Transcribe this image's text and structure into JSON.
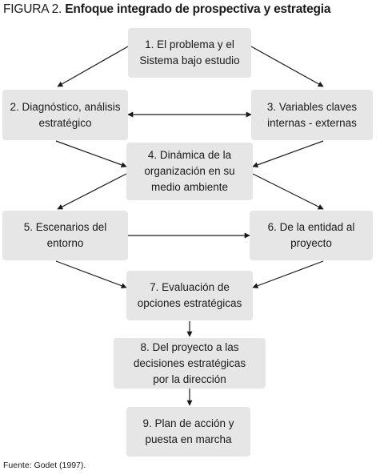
{
  "figure": {
    "prefix": "FIGURA 2.",
    "title": "Enfoque integrado de prospectiva y estrategia"
  },
  "boxes": [
    {
      "id": "b1",
      "text": "1. El problema y el\nSistema bajo estudio"
    },
    {
      "id": "b2",
      "text": "2. Diagnóstico, análisis\nestratégico"
    },
    {
      "id": "b3",
      "text": "3. Variables claves\ninternas - externas"
    },
    {
      "id": "b4",
      "text": "4. Dinámica de la\norganización en su\nmedio ambiente"
    },
    {
      "id": "b5",
      "text": "5. Escenarios del\nentorno"
    },
    {
      "id": "b6",
      "text": "6. De la entidad al\nproyecto"
    },
    {
      "id": "b7",
      "text": "7. Evaluación de\nopciones estratégicas"
    },
    {
      "id": "b8",
      "text": "8. Del proyecto a las\ndecisiones estratégicas\npor la dirección"
    },
    {
      "id": "b9",
      "text": "9. Plan de acción y\npuesta en marcha"
    }
  ],
  "source": "Fuente: Godet (1997).",
  "colors": {
    "box_fill": "#e6e6e6",
    "arrow": "#1a1a1a",
    "text": "#1a1a1a"
  }
}
